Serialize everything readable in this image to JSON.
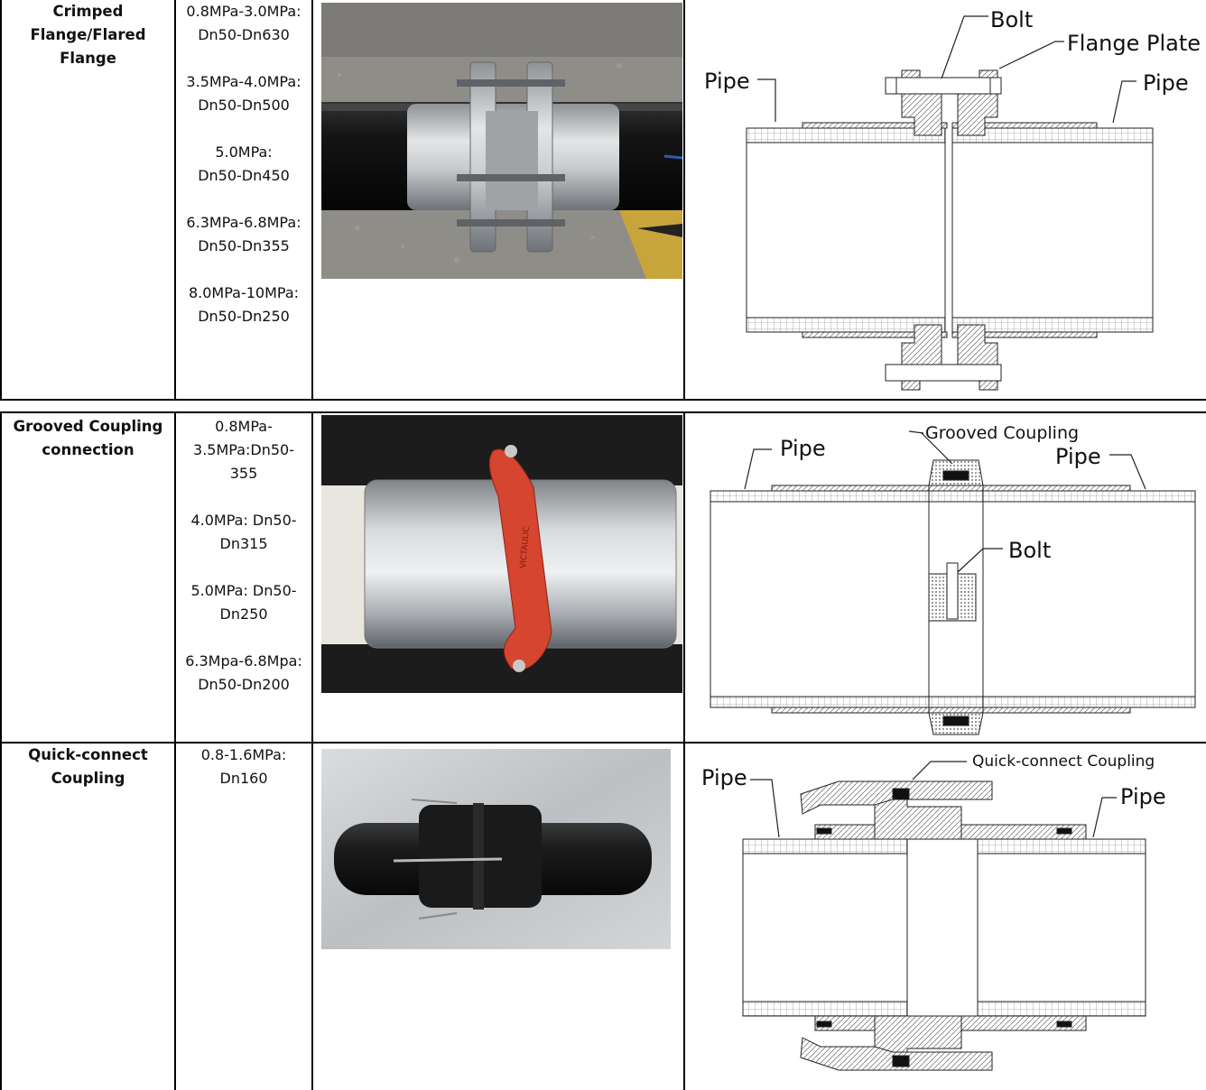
{
  "rows": [
    {
      "name": "Crimped Flange/Flared Flange",
      "name_lines": [
        "Crimped",
        "Flange/Flared",
        "Flange"
      ],
      "specs": [
        [
          "0.8MPa-3.0MPa:",
          "Dn50-Dn630"
        ],
        [
          "3.5MPa-4.0MPa:",
          "Dn50-Dn500"
        ],
        [
          "5.0MPa:",
          "Dn50-Dn450"
        ],
        [
          "6.3MPa-6.8MPa:",
          "Dn50-Dn355"
        ],
        [
          "8.0MPa-10MPa:",
          "Dn50-Dn250"
        ]
      ],
      "labels": {
        "bolt": "Bolt",
        "flange_plate": "Flange Plate",
        "pipe_left": "Pipe",
        "pipe_right": "Pipe"
      }
    },
    {
      "name": "Grooved Coupling connection",
      "name_lines": [
        "Grooved Coupling",
        "connection"
      ],
      "specs": [
        [
          "0.8MPa-",
          "3.5MPa:Dn50-",
          "355"
        ],
        [
          "4.0MPa: Dn50-",
          "Dn315"
        ],
        [
          "5.0MPa: Dn50-",
          "Dn250"
        ],
        [
          "6.3Mpa-6.8Mpa:",
          "Dn50-Dn200"
        ]
      ],
      "labels": {
        "coupling": "Grooved Coupling",
        "pipe_left": "Pipe",
        "pipe_right": "Pipe",
        "bolt": "Bolt"
      }
    },
    {
      "name": "Quick-connect Coupling",
      "name_lines": [
        "Quick-connect",
        "Coupling"
      ],
      "specs": [
        [
          "0.8-1.6MPa:",
          "Dn160"
        ]
      ],
      "labels": {
        "coupling": "Quick-connect Coupling",
        "pipe_left": "Pipe",
        "pipe_right": "Pipe"
      }
    }
  ],
  "photo_marking": "VICTAULIC"
}
